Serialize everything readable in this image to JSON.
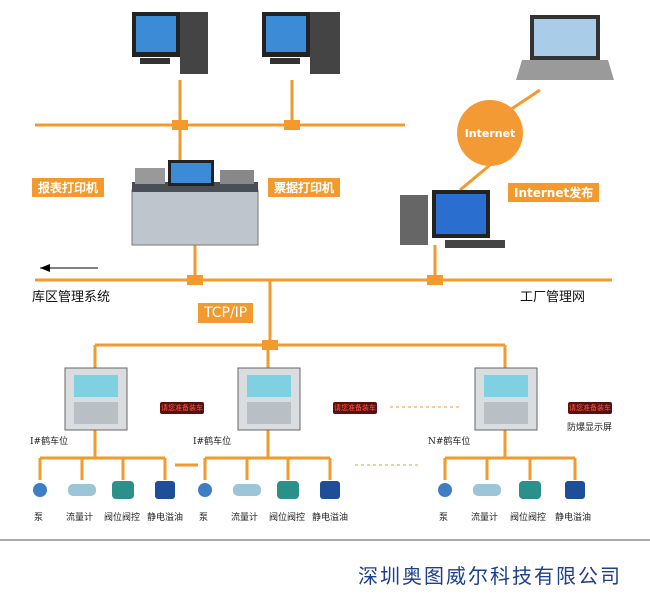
{
  "labels": {
    "report_printer": "报表打印机",
    "ticket_printer": "票据打印机",
    "internet_publish": "Internet发布",
    "internet": "Internet",
    "depot_system": "库区管理系统",
    "factory_network": "工厂管理网",
    "tcpip": "TCP/IP",
    "loader_1": "I#鹤车位",
    "loader_2": "I#鹤车位",
    "loader_n": "N#鹤车位",
    "explosion_display": "防爆显示屏",
    "display_text": "请您准备装车",
    "device_pump": "泵",
    "device_flowmeter": "流量计",
    "device_valve": "阀位阀控",
    "device_static": "静电溢油"
  },
  "company": "深圳奥图威尔科技有限公司",
  "colors": {
    "line": "#f29a2e",
    "brand": "#1c3f8f"
  }
}
